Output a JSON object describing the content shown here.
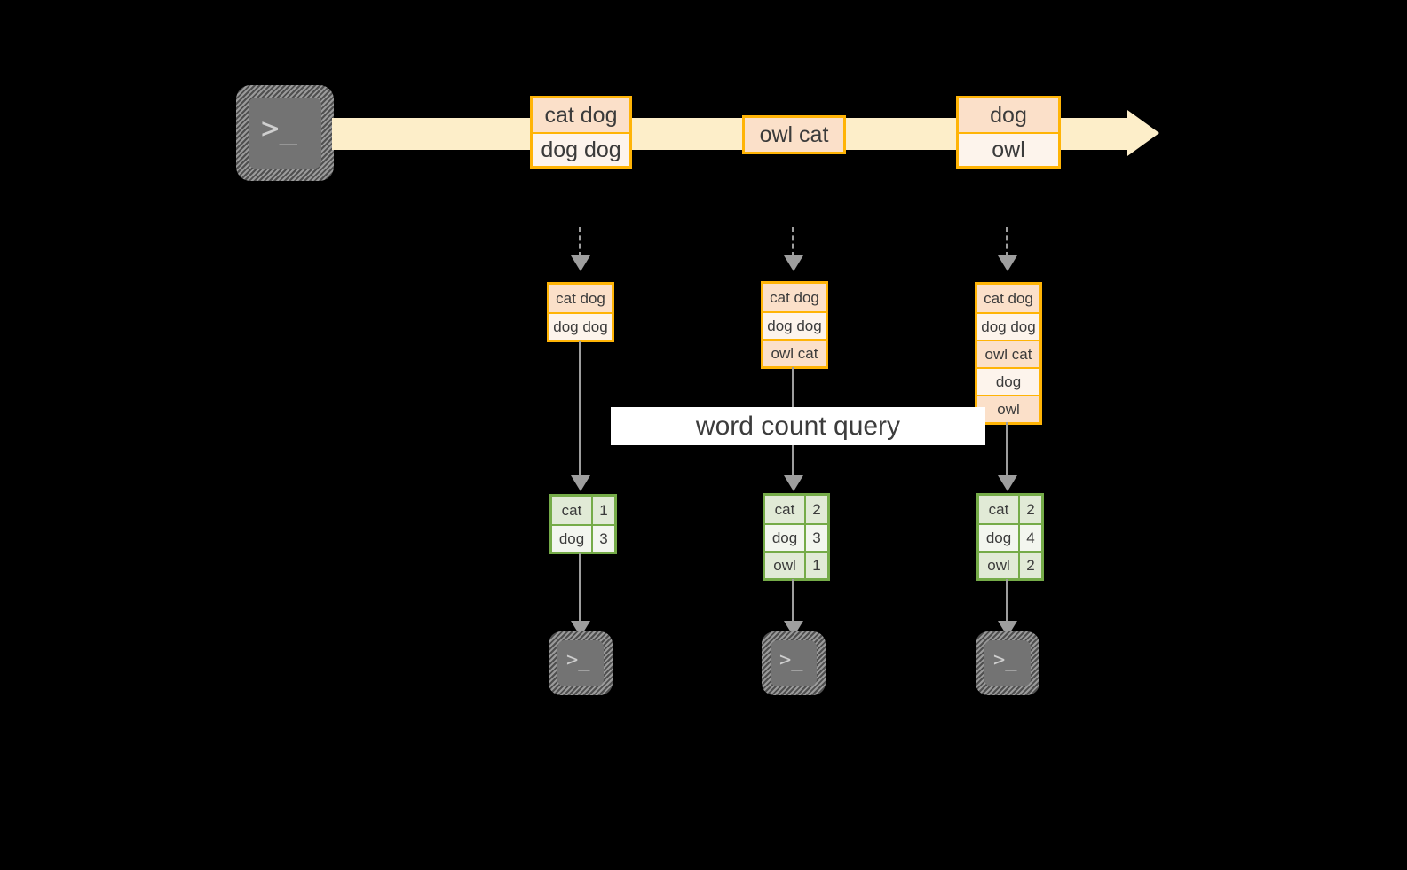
{
  "diagram": {
    "title_label": "word count query",
    "colors": {
      "background": "#000000",
      "stream_fill": "#fdeec9",
      "record_border": "#ffb406",
      "record_fill_dark": "#fbe0c9",
      "record_fill_light": "#fdf4ec",
      "result_border": "#75ab48",
      "result_fill_dark": "#e1ead6",
      "result_fill_light": "#f3f6ef",
      "connector": "#9e9e9e",
      "terminal_body": "#737373",
      "query_band": "#ffffff"
    },
    "source": {
      "icon": "terminal-icon",
      "glyph": ">_"
    },
    "stream": {
      "icon": "arrow-right-icon",
      "records": [
        {
          "lines": [
            "cat dog",
            "dog dog"
          ]
        },
        {
          "lines": [
            "owl cat"
          ]
        },
        {
          "lines": [
            "dog",
            "owl"
          ]
        }
      ]
    },
    "columns": [
      {
        "name": "snapshot-1",
        "input_arrow_icon": "dashed-arrow-down-icon",
        "accumulated": [
          "cat dog",
          "dog dog"
        ],
        "query_arrow_icon": "arrow-down-icon",
        "result": {
          "rows": [
            {
              "word": "cat",
              "count": "1"
            },
            {
              "word": "dog",
              "count": "3"
            }
          ]
        },
        "sink_arrow_icon": "arrow-down-icon",
        "sink": {
          "icon": "terminal-icon",
          "glyph": ">_"
        }
      },
      {
        "name": "snapshot-2",
        "input_arrow_icon": "dashed-arrow-down-icon",
        "accumulated": [
          "cat dog",
          "dog dog",
          "owl cat"
        ],
        "query_arrow_icon": "arrow-down-icon",
        "result": {
          "rows": [
            {
              "word": "cat",
              "count": "2"
            },
            {
              "word": "dog",
              "count": "3"
            },
            {
              "word": "owl",
              "count": "1"
            }
          ]
        },
        "sink_arrow_icon": "arrow-down-icon",
        "sink": {
          "icon": "terminal-icon",
          "glyph": ">_"
        }
      },
      {
        "name": "snapshot-3",
        "input_arrow_icon": "dashed-arrow-down-icon",
        "accumulated": [
          "cat dog",
          "dog dog",
          "owl cat",
          "dog",
          "owl"
        ],
        "query_arrow_icon": "arrow-down-icon",
        "result": {
          "rows": [
            {
              "word": "cat",
              "count": "2"
            },
            {
              "word": "dog",
              "count": "4"
            },
            {
              "word": "owl",
              "count": "2"
            }
          ]
        },
        "sink_arrow_icon": "arrow-down-icon",
        "sink": {
          "icon": "terminal-icon",
          "glyph": ">_"
        }
      }
    ]
  }
}
